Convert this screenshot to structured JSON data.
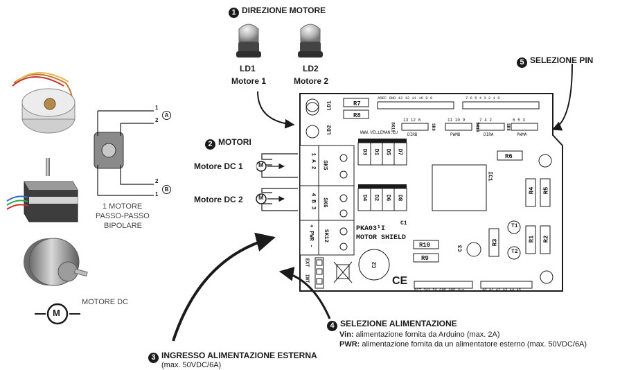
{
  "callouts": {
    "direzione_motore": {
      "num": "1",
      "text": "DIREZIONE MOTORE"
    },
    "motori": {
      "num": "2",
      "text": "MOTORI"
    },
    "ingresso": {
      "num": "3",
      "text": "INGRESSO ALIMENTAZIONE ESTERNA",
      "sub": "(max. 50VDC/6A)"
    },
    "selezione_alimentazione": {
      "num": "4",
      "text": "SELEZIONE ALIMENTAZIONE",
      "vin_key": "Vin:",
      "vin_text": "alimentazione fornita da Arduino (max. 2A)",
      "pwr_key": "PWR:",
      "pwr_text": "alimentazione fornita da un alimentatore esterno (max. 50VDC/6A)"
    },
    "selezione_pin": {
      "num": "5",
      "text": "SELEZIONE PIN"
    }
  },
  "leds": [
    {
      "id": "LD1",
      "label": "Motore 1"
    },
    {
      "id": "LD2",
      "label": "Motore 2"
    }
  ],
  "motors": [
    {
      "label": "Motore DC 1"
    },
    {
      "label": "Motore DC 2"
    }
  ],
  "motor_symbol": "M",
  "stepper": {
    "label_line1": "1 MOTORE",
    "label_line2": "PASSO-PASSO",
    "label_line3": "BIPOLARE",
    "coilA": "A",
    "coilB": "B",
    "pin1": "1",
    "pin2": "2"
  },
  "dc_motor_label": "MOTORE DC",
  "board": {
    "title_line1": "PKA03¹I",
    "title_line2": "MOTOR SHIELD",
    "url": "WWW.VELLEMAN.EU",
    "connectors": [
      {
        "name": "SK5",
        "pins": "1 A 2"
      },
      {
        "name": "SK6",
        "pins": "4 B 3"
      },
      {
        "name": "SK12",
        "pins": "+ PWR -"
      }
    ],
    "ext_int": [
      "EXT",
      "INT"
    ],
    "resistors": [
      "R7",
      "R8",
      "R6",
      "R4",
      "R5",
      "R3",
      "R1",
      "R2",
      "R10",
      "R9"
    ],
    "leds_board": [
      "LD1",
      "LD2"
    ],
    "diodes_top": [
      "D3",
      "D1",
      "D5",
      "D7"
    ],
    "diodes_bottom": [
      "D4",
      "D2",
      "D6",
      "D8"
    ],
    "transistors": [
      "T1",
      "T2"
    ],
    "capacitors": [
      "C1",
      "C2",
      "C3"
    ],
    "ic": "IC1",
    "sk_headers": [
      "SK9",
      "SK10",
      "SK8",
      "SK11"
    ],
    "header_labels": [
      "DIRB",
      "PWMB",
      "DIRA",
      "PWMA"
    ],
    "header_pins_1": "13 12 8",
    "header_pins_2": "11 10 9",
    "header_pins_3": "7 4 2",
    "header_pins_4": "6 5 3",
    "top_pins": "AREF GND 13 12 11 10 9 8",
    "top_pins_right": "7 6 5 4 3 2 1 0",
    "bottom_pins_left": "RST 3V3 5V GND GND Vin",
    "bottom_pins_right": "A0 A1 A2 A3 A4 A5",
    "ce": "CE"
  }
}
